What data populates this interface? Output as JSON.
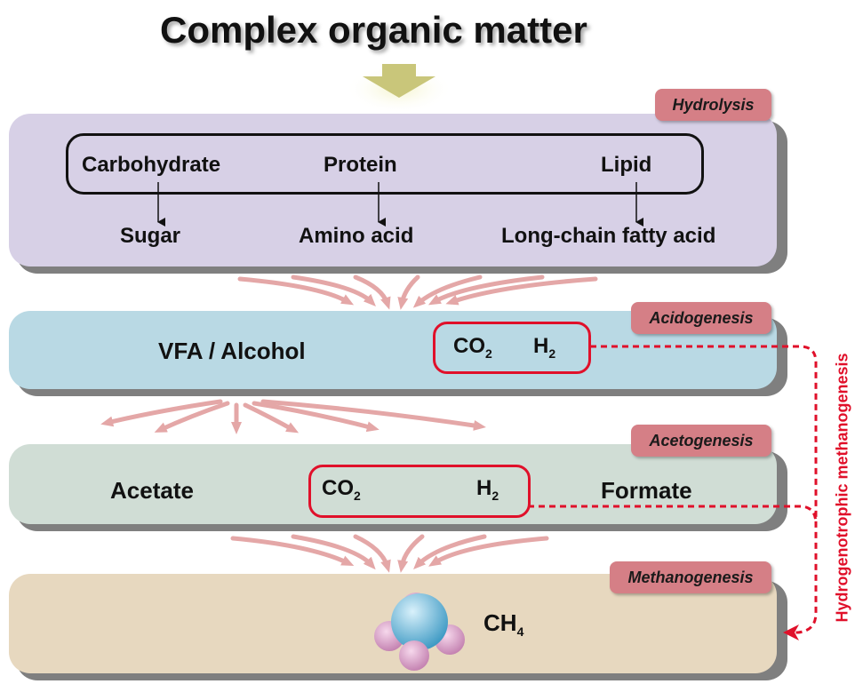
{
  "title": "Complex organic matter",
  "stages": {
    "hydrolysis": "Hydrolysis",
    "acidogenesis": "Acidogenesis",
    "acetogenesis": "Acetogenesis",
    "methanogenesis": "Methanogenesis"
  },
  "hydrolysis": {
    "inputs": [
      "Carbohydrate",
      "Protein",
      "Lipid"
    ],
    "outputs": [
      "Sugar",
      "Amino acid",
      "Long-chain fatty acid"
    ]
  },
  "acidogenesis": {
    "product": "VFA / Alcohol",
    "co2": "CO",
    "co2_sub": "2",
    "h2": "H",
    "h2_sub": "2"
  },
  "acetogenesis": {
    "acetate": "Acetate",
    "formate": "Formate",
    "co2": "CO",
    "co2_sub": "2",
    "h2": "H",
    "h2_sub": "2"
  },
  "methanogenesis": {
    "ch4": "CH",
    "ch4_sub": "4"
  },
  "side_pathway": "Hydrogenotrophic methanogenesis",
  "colors": {
    "hydrolysis_band": "#d7d0e6",
    "acidogenesis_band": "#b9d9e4",
    "acetogenesis_band": "#d0ddd5",
    "methanogenesis_band": "#e7d8bf",
    "stage_tag": "#d57f86",
    "accent_red": "#e0102a",
    "arrow_pink": "#e4a7a7",
    "input_arrow": "#c9c67a"
  }
}
